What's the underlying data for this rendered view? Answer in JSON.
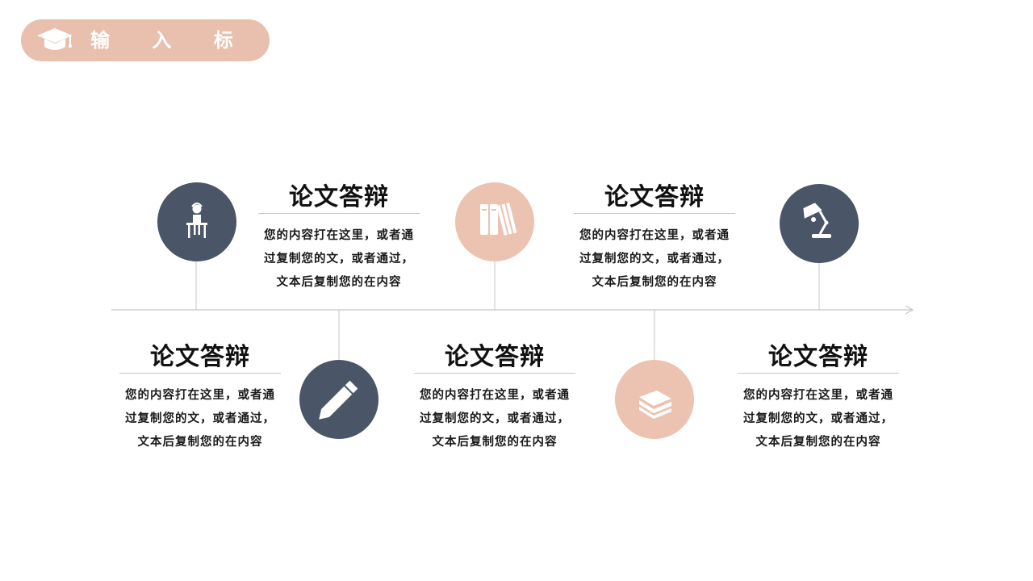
{
  "header": {
    "title": "输 入 标 题",
    "icon": "graduation-cap-icon",
    "pill_color": "#e8c0ad"
  },
  "colors": {
    "dark": "#4a5567",
    "pink": "#ebc3b0",
    "line": "#c7c7c7"
  },
  "milestones": [
    {
      "icon": "student-desk-icon",
      "heading": "论文答辩",
      "lines": [
        "您的内容打在这里，或者通",
        "过复制您的文，或者通过，",
        "文本后复制您的在内容"
      ]
    },
    {
      "icon": "pencil-icon",
      "heading": "论文答辩",
      "lines": [
        "您的内容打在这里，或者通",
        "过复制您的文，或者通过，",
        "文本后复制您的在内容"
      ]
    },
    {
      "icon": "books-icon",
      "heading": "论文答辩",
      "lines": [
        "您的内容打在这里，或者通",
        "过复制您的文，或者通过，",
        "文本后复制您的在内容"
      ]
    },
    {
      "icon": "book-stack-icon",
      "heading": "论文答辩",
      "lines": [
        "您的内容打在这里，或者通",
        "过复制您的文，或者通过，",
        "文本后复制您的在内容"
      ]
    },
    {
      "icon": "desk-lamp-icon",
      "heading": "论文答辩",
      "lines": [
        "您的内容打在这里，或者通",
        "过复制您的文，或者通过，",
        "文本后复制您的在内容"
      ]
    },
    {
      "icon": "",
      "heading": "论文答辩",
      "lines": [
        "您的内容打在这里，或者通",
        "过复制您的文，或者通过，",
        "文本后复制您的在内容"
      ]
    }
  ]
}
